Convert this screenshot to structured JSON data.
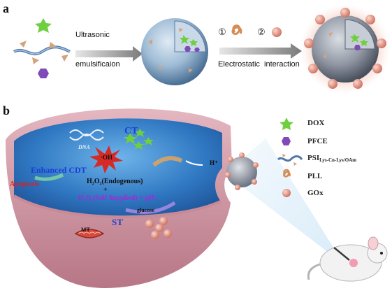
{
  "panel_a": {
    "letter": "a",
    "arrow1_top": "Ultrasonic",
    "arrow1_bottom": "emulsificaion",
    "step_marker_1": "①",
    "step_marker_2": "②",
    "arrow2_label": "Electrostatic  interaction"
  },
  "panel_b": {
    "letter": "b",
    "labels": {
      "ct": "CT",
      "dna": "DNA",
      "oh": "·OH",
      "enhanced_cdt": "Enhanced CDT",
      "h2o2_endogenous": "H₂O₂(Endogenous)",
      "plus": "+",
      "h2o2_self": "H₂O₂(Self Supplied) + pH↓",
      "apoptosis": "Apoptosis",
      "glucose": "glucose",
      "st": "ST",
      "mt": "MT",
      "h_plus": "H⁺"
    }
  },
  "legend": {
    "items": [
      {
        "label": "DOX",
        "sub": "",
        "icon": "green-star-icon"
      },
      {
        "label": "PFCE",
        "sub": "",
        "icon": "purple-hexagon-icon"
      },
      {
        "label": "PSI",
        "sub": "Lys-Cn-Lys/OAm",
        "icon": "polymer-strand-icon"
      },
      {
        "label": "PLL",
        "sub": "",
        "icon": "pll-coil-icon"
      },
      {
        "label": "GOx",
        "sub": "",
        "icon": "pink-sphere-icon"
      }
    ]
  },
  "colors": {
    "dox": "#6fcf3f",
    "pfce": "#7e4bb8",
    "gox": "#e89b8c",
    "nanoparticle": "#8fb9d8",
    "cell_outer": "#d9a7b2",
    "cytoplasm": "#3b7fc4",
    "arrow_label_blue": "#1b3fd8",
    "apoptosis_red": "#d2232a",
    "self_supplied_purple": "#a02bd6"
  }
}
